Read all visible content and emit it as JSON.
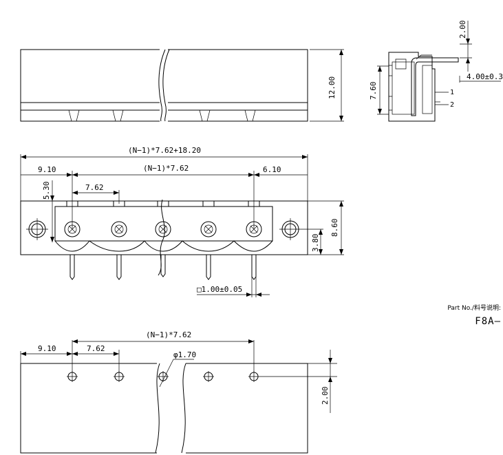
{
  "top_view": {
    "height_dim": "12.00"
  },
  "side_view": {
    "top_dim": "2.00",
    "pin_dim": "4.00±0.3",
    "height_dim": "7.60",
    "callout_1": "1",
    "callout_2": "2"
  },
  "front_view": {
    "overall_dim": "(N−1)*7.62+18.20",
    "pitch_span_dim": "(N−1)*7.62",
    "left_dim": "9.10",
    "right_dim": "6.10",
    "pitch_dim": "7.62",
    "vertical_dim_left": "5.30",
    "height_dim": "8.60",
    "pin_height_dim": "3.80",
    "pin_size_dim": "□1.00±0.05"
  },
  "pcb_view": {
    "pitch_span_dim": "(N−1)*7.62",
    "left_dim": "9.10",
    "pitch_dim": "7.62",
    "hole_dim": "φ1.70",
    "edge_dim": "2.00"
  },
  "part": {
    "label": "Part No./料号说明:",
    "code": "F8A—"
  }
}
